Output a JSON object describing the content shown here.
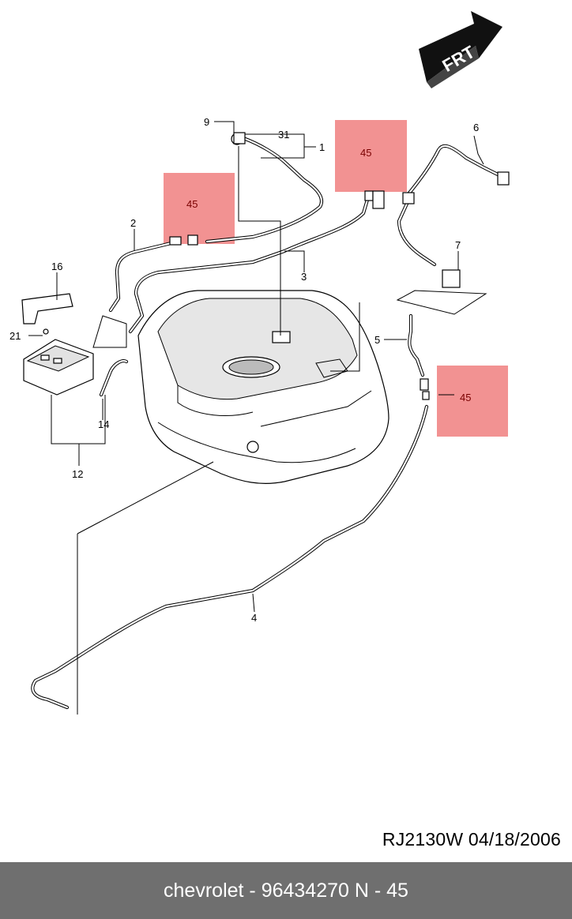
{
  "direction_arrow": {
    "label": "FRT"
  },
  "highlight_label": "45",
  "callouts": [
    "9",
    "31",
    "1",
    "6",
    "2",
    "3",
    "7",
    "16",
    "21",
    "5",
    "14",
    "12",
    "4"
  ],
  "reference_code": "RJ2130W  04/18/2006",
  "footer": {
    "brand": "chevrolet",
    "part_number": "96434270",
    "position": "N - 45",
    "text": "chevrolet - 96434270     N - 45"
  },
  "colors": {
    "highlight": "#f07f7f",
    "footer_bg": "#6f6f6f",
    "footer_text": "#ffffff"
  }
}
